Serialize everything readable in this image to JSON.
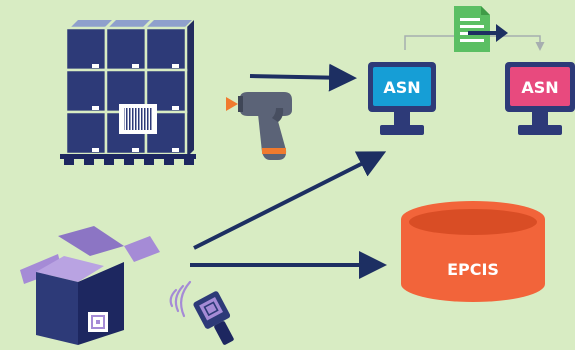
{
  "colors": {
    "background": "#d8ecc3",
    "navy": "#2d3a78",
    "arrow": "#1d2f62",
    "asn_blue": "#169ed6",
    "asn_pink": "#e84a7e",
    "epcis_orange": "#f2643a",
    "document_green": "#5bbf63",
    "box_purple": "#a58bd6",
    "scanner_orange": "#f07a2e",
    "grey_line": "#a6aeb0"
  },
  "labels": {
    "asn_left": "ASN",
    "asn_right": "ASN",
    "epcis": "EPCIS"
  },
  "icons": {
    "pallet": "pallet-of-boxes-icon",
    "barcode_scanner": "barcode-scanner-icon",
    "document": "document-icon",
    "box": "open-box-icon",
    "rfid_reader": "rfid-reader-icon",
    "monitor": "monitor-icon",
    "database": "database-cylinder-icon"
  }
}
